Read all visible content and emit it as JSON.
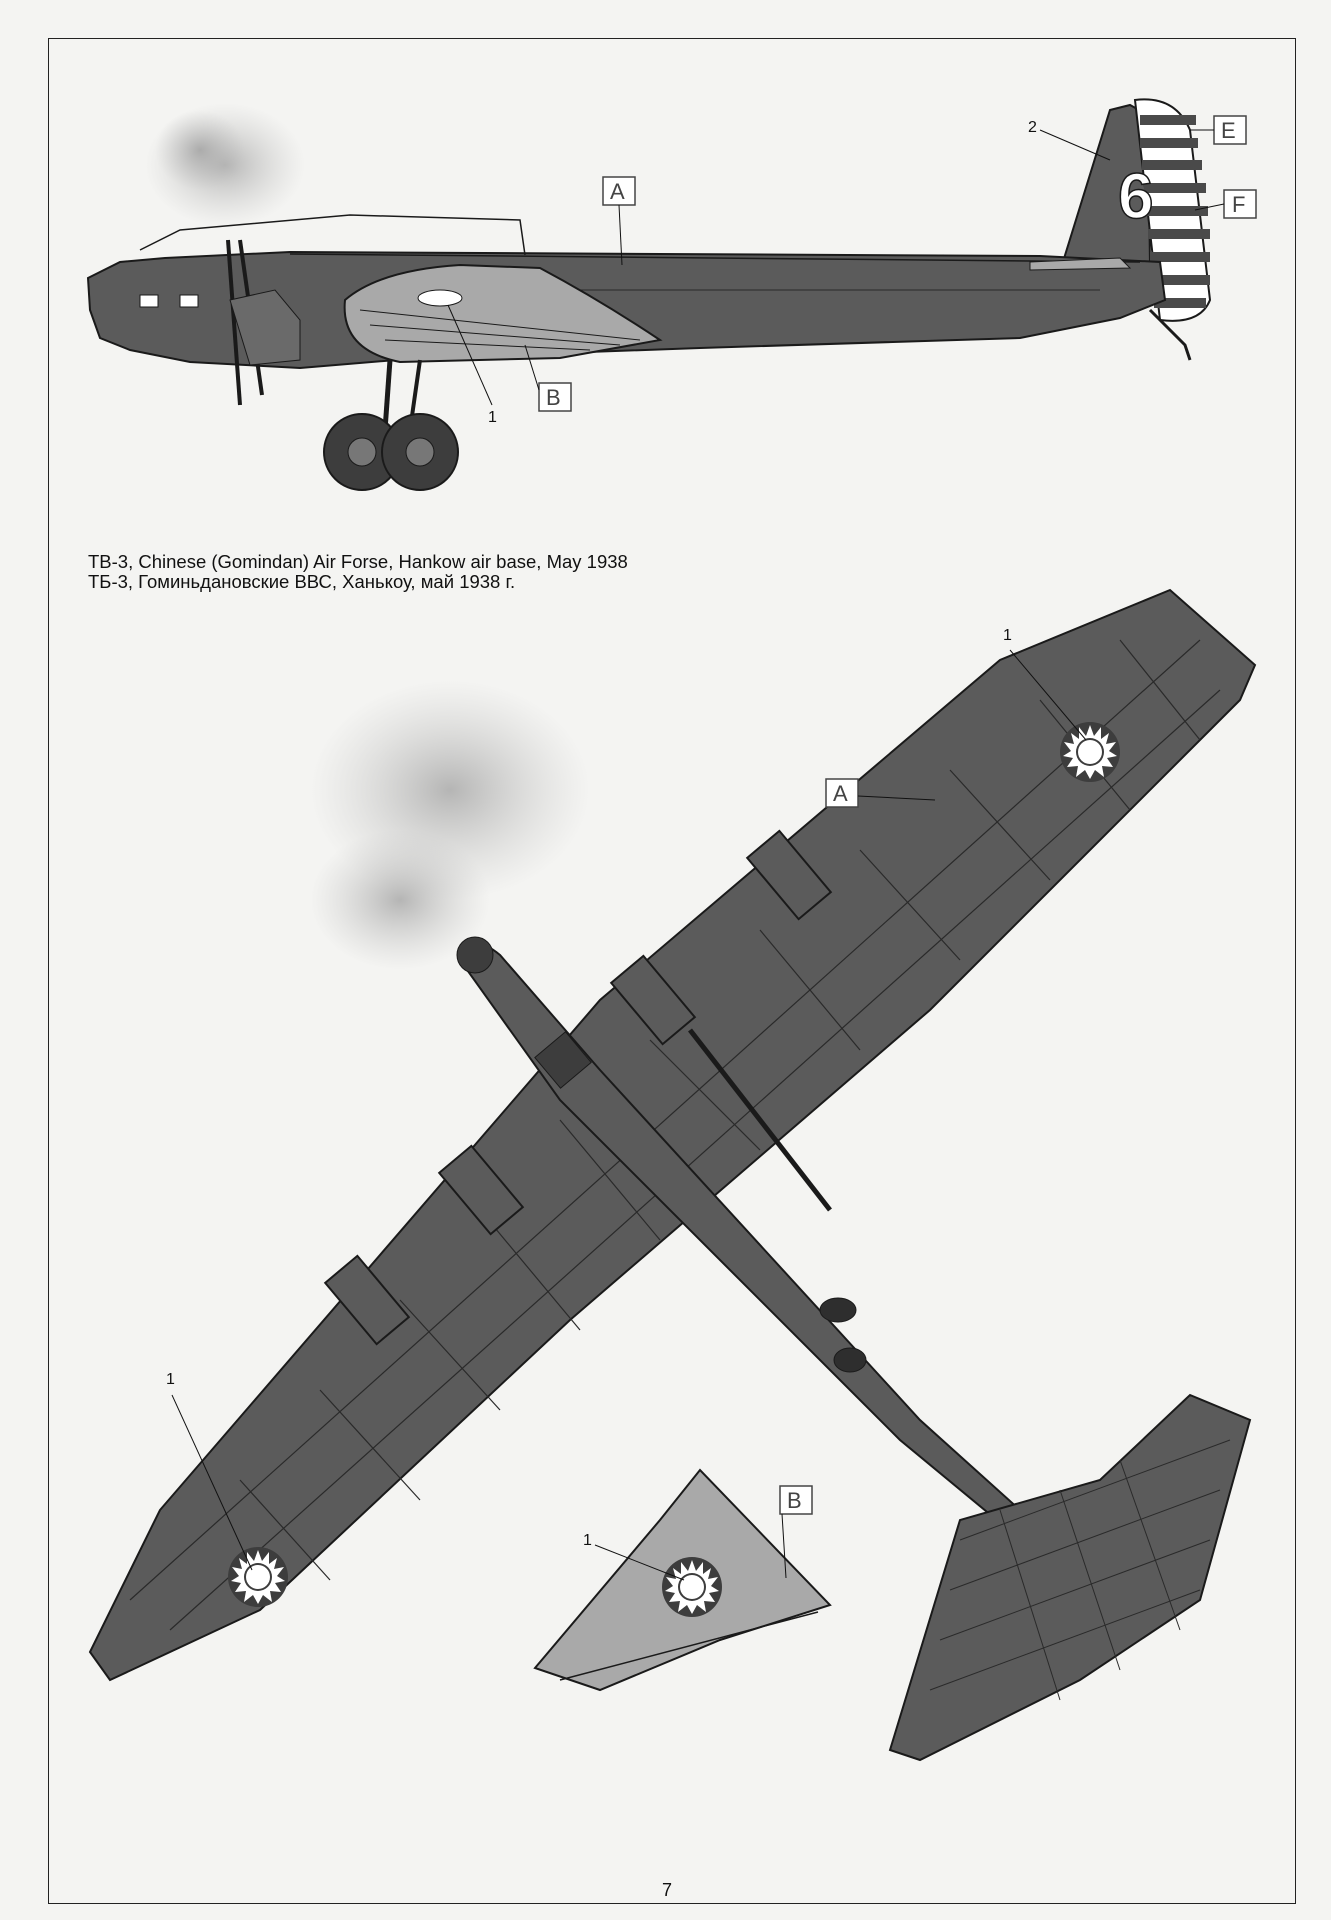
{
  "caption": {
    "line_en": "TB-3, Chinese (Gomindan) Air Forse, Hankow air base, May 1938",
    "line_ru": "ТБ-3, Гоминьдановские ВВС, Ханькоу, май 1938 г."
  },
  "callouts": {
    "A": "A",
    "B": "B",
    "E": "E",
    "F": "F",
    "one": "1",
    "two": "2"
  },
  "tail_number": "6",
  "page_number": "7",
  "colors": {
    "paint_dark": "#5b5b5b",
    "paint_light": "#a9a9a9",
    "paper": "#f4f4f2",
    "line": "#1a1a1a"
  }
}
